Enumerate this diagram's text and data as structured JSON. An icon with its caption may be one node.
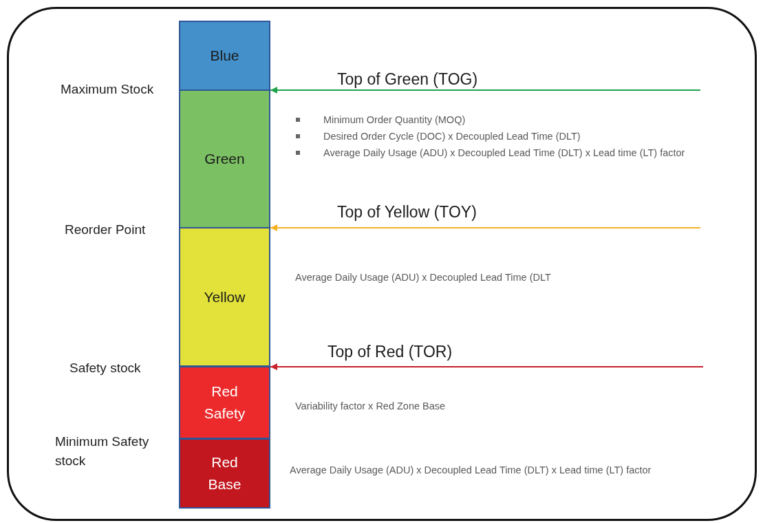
{
  "diagram": {
    "nodes": [
      {
        "text": [
          "Blue"
        ]
      },
      {
        "text": [
          "Green"
        ]
      },
      {
        "text": [
          "Yellow"
        ]
      },
      {
        "text": [
          "Red Safety"
        ]
      },
      {
        "text": [
          "Red Base"
        ]
      }
    ],
    "edges": [
      {
        "from": null,
        "to": 1,
        "arrow": "to",
        "label": "Top of Green (TOG)",
        "color": "#1ea34a"
      },
      {
        "from": null,
        "to": 2,
        "arrow": "to",
        "label": "Top of Yellow (TOY)",
        "color": "#f5b225"
      },
      {
        "from": null,
        "to": 3,
        "arrow": "to",
        "label": "Top of Red (TOR)",
        "color": "#c8202a"
      }
    ],
    "labels": [
      "Maximum Stock",
      "Minimum Order Quantity (MOQ)",
      "Desired Order Cycle (DOC) x Decoupled Lead Time (DLT)",
      "Average Daily Usage (ADU) x Decoupled Lead Time (DLT) x Lead time (LT) factor",
      "Reorder Point",
      "Average Daily Usage (ADU) x Decoupled Lead Time (DLT",
      "Safety stock",
      "Variability factor x Red Zone Base",
      "Minimum Safety stock",
      "Average Daily Usage (ADU) x Decoupled Lead Time (DLT) x Lead time (LT) factor"
    ]
  }
}
